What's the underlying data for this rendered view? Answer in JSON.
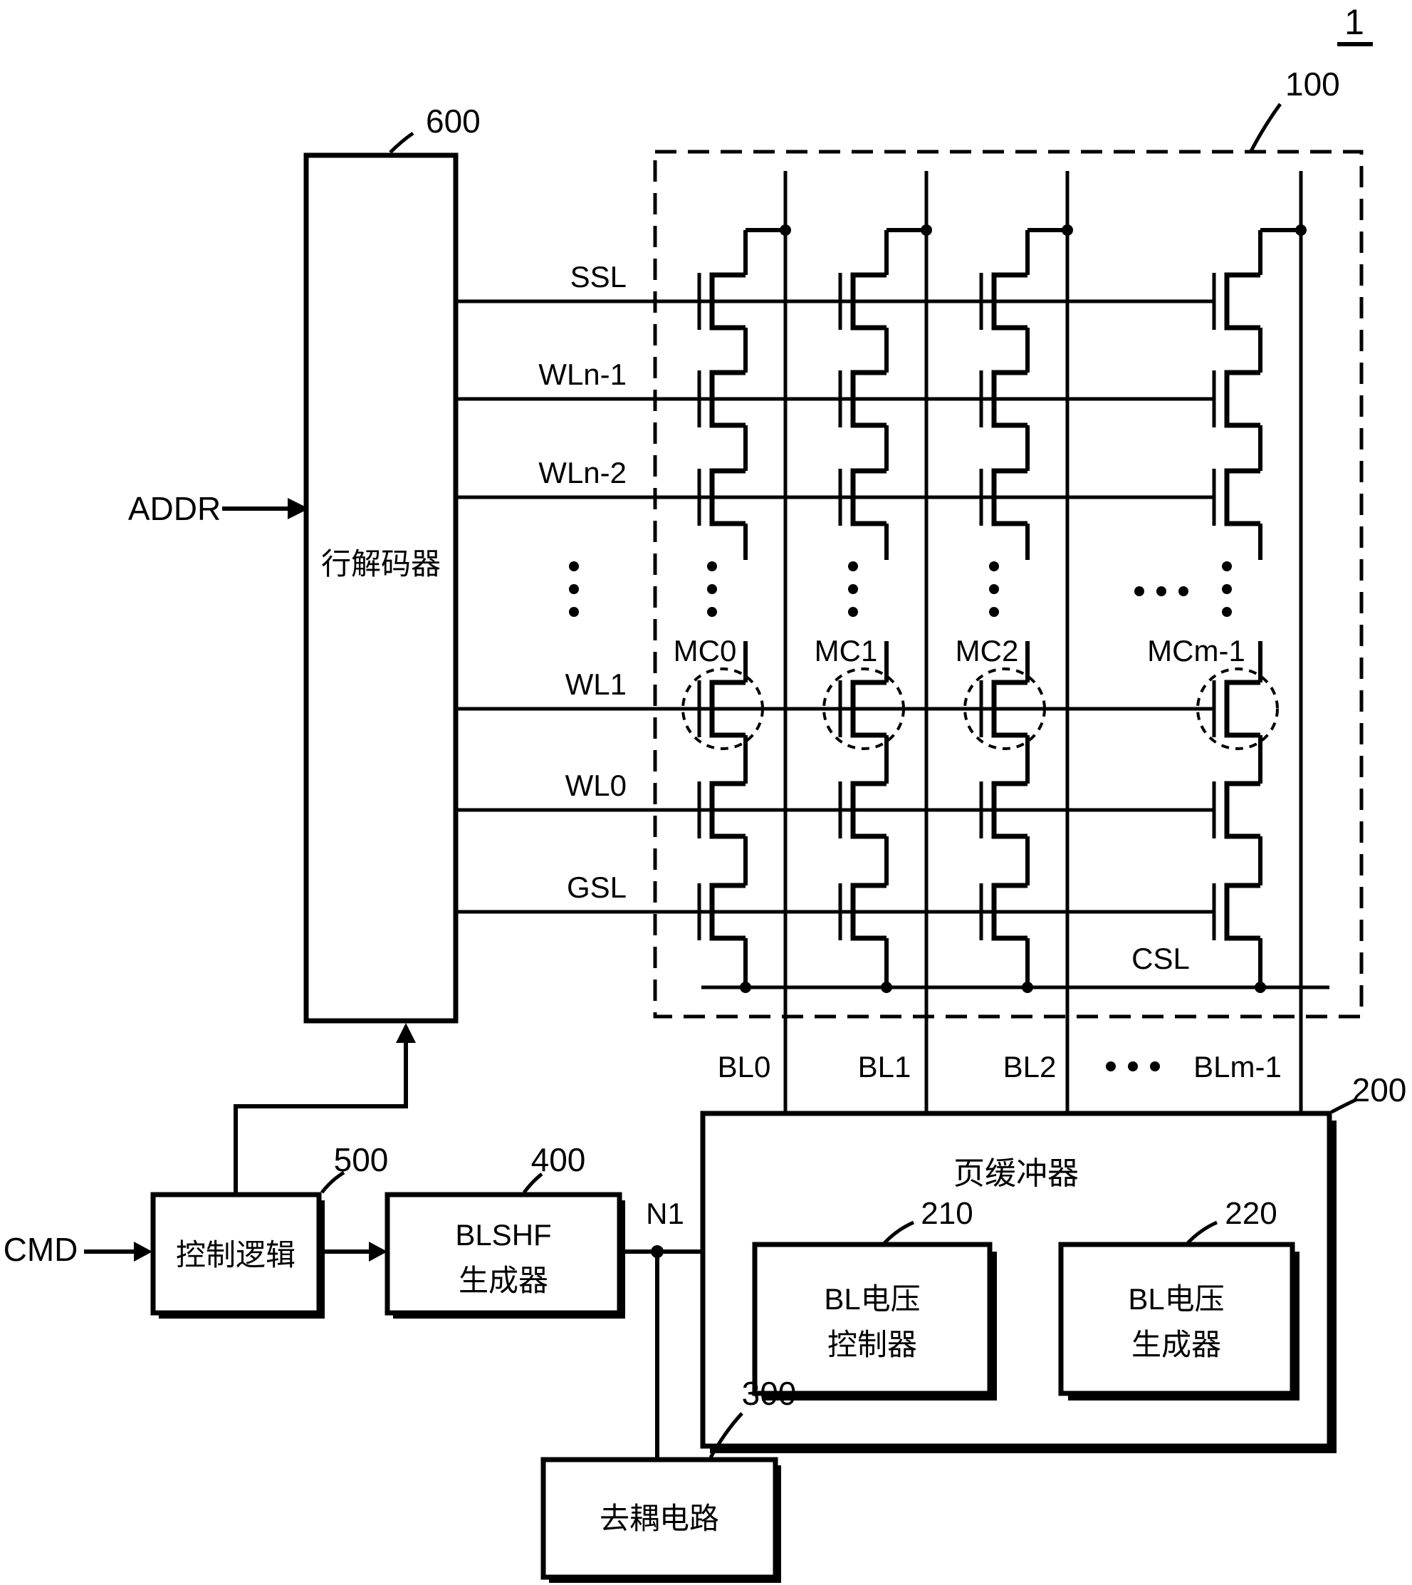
{
  "figure_label": "1",
  "row_decoder": {
    "name": "行解码器",
    "ref": "600"
  },
  "cell_array": {
    "ref": "100",
    "csl_label": "CSL"
  },
  "word_lines": [
    "SSL",
    "WLn-1",
    "WLn-2",
    "WL1",
    "WL0",
    "GSL"
  ],
  "bit_lines": [
    "BL0",
    "BL1",
    "BL2",
    "BLm-1"
  ],
  "memory_cells": [
    "MC0",
    "MC1",
    "MC2",
    "MCm-1"
  ],
  "inputs": {
    "addr": "ADDR",
    "cmd": "CMD"
  },
  "node_label": "N1",
  "page_buffer": {
    "name": "页缓冲器",
    "ref": "200",
    "bl_voltage_controller": {
      "line1": "BL电压",
      "line2": "控制器",
      "ref": "210"
    },
    "bl_voltage_generator": {
      "line1": "BL电压",
      "line2": "生成器",
      "ref": "220"
    }
  },
  "control_logic": {
    "name": "控制逻辑",
    "ref": "500"
  },
  "blshf_generator": {
    "line1": "BLSHF",
    "line2": "生成器",
    "ref": "400"
  },
  "decoupling_circuit": {
    "name": "去耦电路",
    "ref": "300"
  },
  "colors": {
    "ink": "#000000",
    "paper": "#ffffff"
  }
}
